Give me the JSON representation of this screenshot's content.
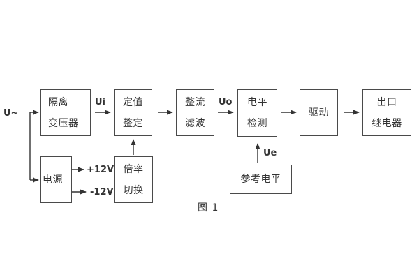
{
  "figure": {
    "caption": "图 1"
  },
  "labels": {
    "input": "U~",
    "ui": "Ui",
    "uo": "Uo",
    "ue": "Ue",
    "plus_12v": "+12V",
    "minus_12v": "-12V"
  },
  "blocks": {
    "isolation_transformer": {
      "line1": "隔离",
      "line2": "变压器"
    },
    "setting": {
      "line1": "定值",
      "line2": "整定"
    },
    "rectifier_filter": {
      "line1": "整流",
      "line2": "滤波"
    },
    "level_detection": {
      "line1": "电平",
      "line2": "检测"
    },
    "driver": {
      "line1": "驱动"
    },
    "output_relay": {
      "line1": "出口",
      "line2": "继电器"
    },
    "power_supply": {
      "line1": "电源"
    },
    "ratio_switch": {
      "line1": "倍率",
      "line2": "切换"
    },
    "reference_level": {
      "line1": "参考电平"
    }
  },
  "colors": {
    "background": "#ffffff",
    "box_border": "#4a4a4a",
    "wire": "#333333",
    "text": "#333333"
  }
}
